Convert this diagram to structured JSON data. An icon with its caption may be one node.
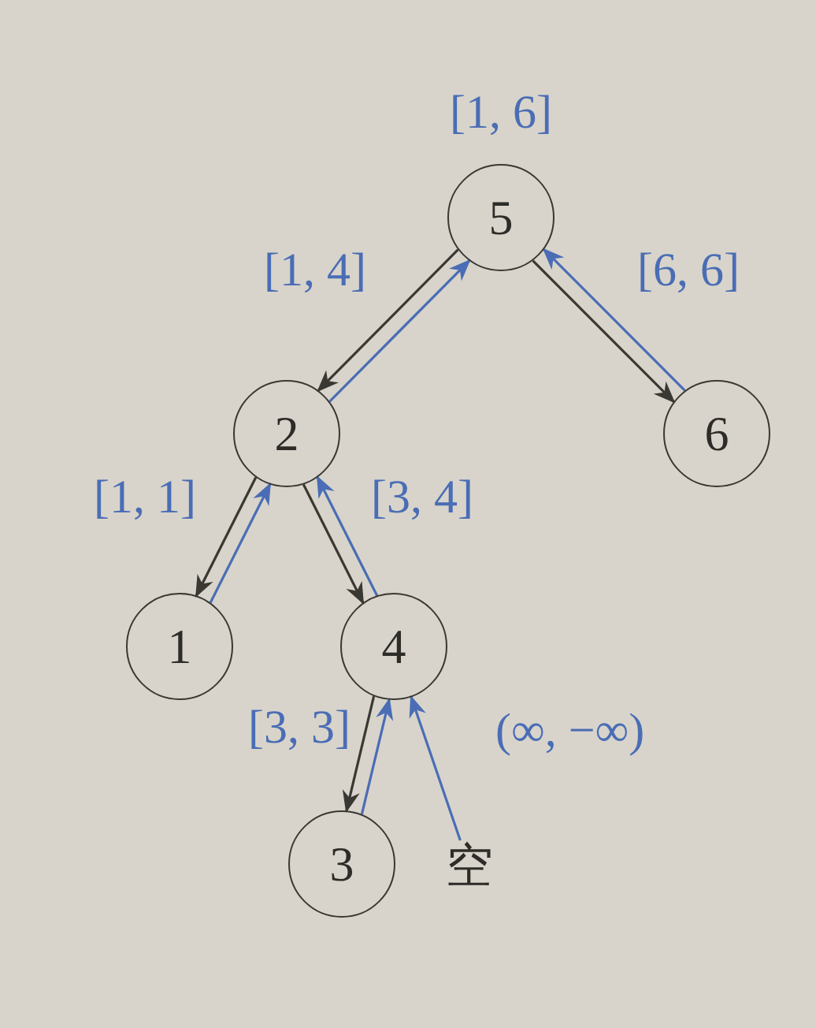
{
  "diagram": {
    "nodes": [
      {
        "text": [
          "5"
        ],
        "beside": [
          "[1, 6]"
        ]
      },
      {
        "text": [
          "2"
        ]
      },
      {
        "text": [
          "6"
        ]
      },
      {
        "text": [
          "1"
        ]
      },
      {
        "text": [
          "4"
        ]
      },
      {
        "text": [
          "3"
        ]
      },
      {
        "text": [
          "空"
        ]
      }
    ],
    "edges": [
      {
        "from": 0,
        "to": 1,
        "arrow": "to",
        "color": "#3a3833"
      },
      {
        "from": 1,
        "to": 0,
        "arrow": "to",
        "label": "[1, 4]",
        "color": "#4a6db5"
      },
      {
        "from": 0,
        "to": 2,
        "arrow": "to",
        "color": "#3a3833"
      },
      {
        "from": 2,
        "to": 0,
        "arrow": "to",
        "label": "[6, 6]",
        "color": "#4a6db5"
      },
      {
        "from": 1,
        "to": 3,
        "arrow": "to",
        "color": "#3a3833"
      },
      {
        "from": 3,
        "to": 1,
        "arrow": "to",
        "label": "[1, 1]",
        "color": "#4a6db5"
      },
      {
        "from": 1,
        "to": 4,
        "arrow": "to",
        "color": "#3a3833"
      },
      {
        "from": 4,
        "to": 1,
        "arrow": "to",
        "label": "[3, 4]",
        "color": "#4a6db5"
      },
      {
        "from": 4,
        "to": 5,
        "arrow": "to",
        "color": "#3a3833"
      },
      {
        "from": 5,
        "to": 4,
        "arrow": "to",
        "label": "[3, 3]",
        "color": "#4a6db5"
      },
      {
        "from": 6,
        "to": 4,
        "arrow": "to",
        "label": "(∞, −∞)",
        "color": "#4a6db5"
      }
    ]
  }
}
